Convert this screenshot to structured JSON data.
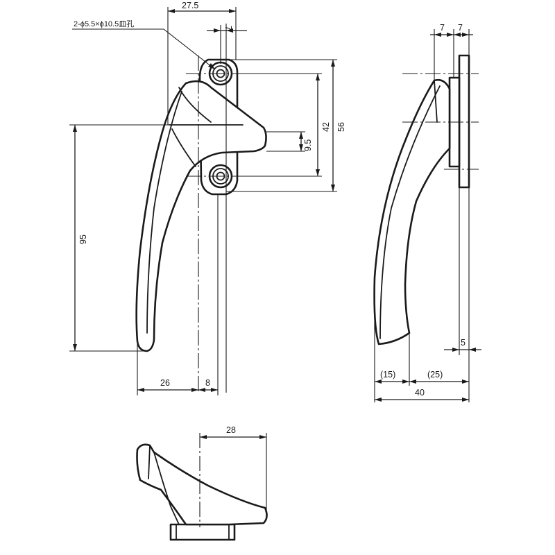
{
  "note": "2-ϕ5.5×ϕ10.5皿孔",
  "dimensions": {
    "width_27_5": "27.5",
    "width_7_top": "7",
    "height_42": "42",
    "height_56": "56",
    "height_9_5": "9.5",
    "height_95": "95",
    "width_26": "26",
    "width_8": "8",
    "side_7_left": "7",
    "side_7_right": "7",
    "side_5": "5",
    "side_15": "(15)",
    "side_25": "(25)",
    "side_40": "40",
    "bottom_28": "28"
  },
  "colors": {
    "line": "#1a1a1a",
    "background": "#ffffff"
  }
}
